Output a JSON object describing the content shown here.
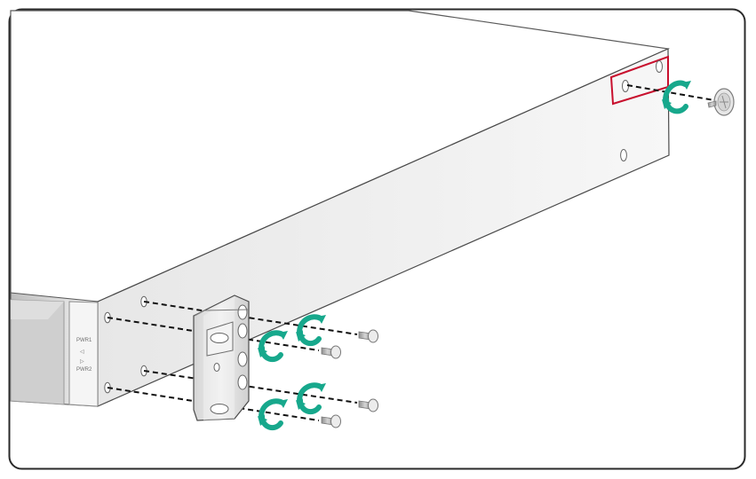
{
  "figure": {
    "psu_label_top": "PWR1",
    "psu_label_bottom": "PWR2",
    "arrow_up_glyph": "◁",
    "arrow_down_glyph": "▷"
  },
  "colors": {
    "frame": "#2a2a2a",
    "outline": "#4a4a4a",
    "surface": "#ffffff",
    "shadow": "#d7d7d7",
    "highlight": "#c8102e",
    "arrow": "#17a88c",
    "screw": "#bdbdbd"
  },
  "icons": {
    "rotation_arrow": "clockwise-arrow-icon",
    "screw": "screw-icon",
    "bracket": "mounting-bracket",
    "callout": "highlight-box"
  }
}
